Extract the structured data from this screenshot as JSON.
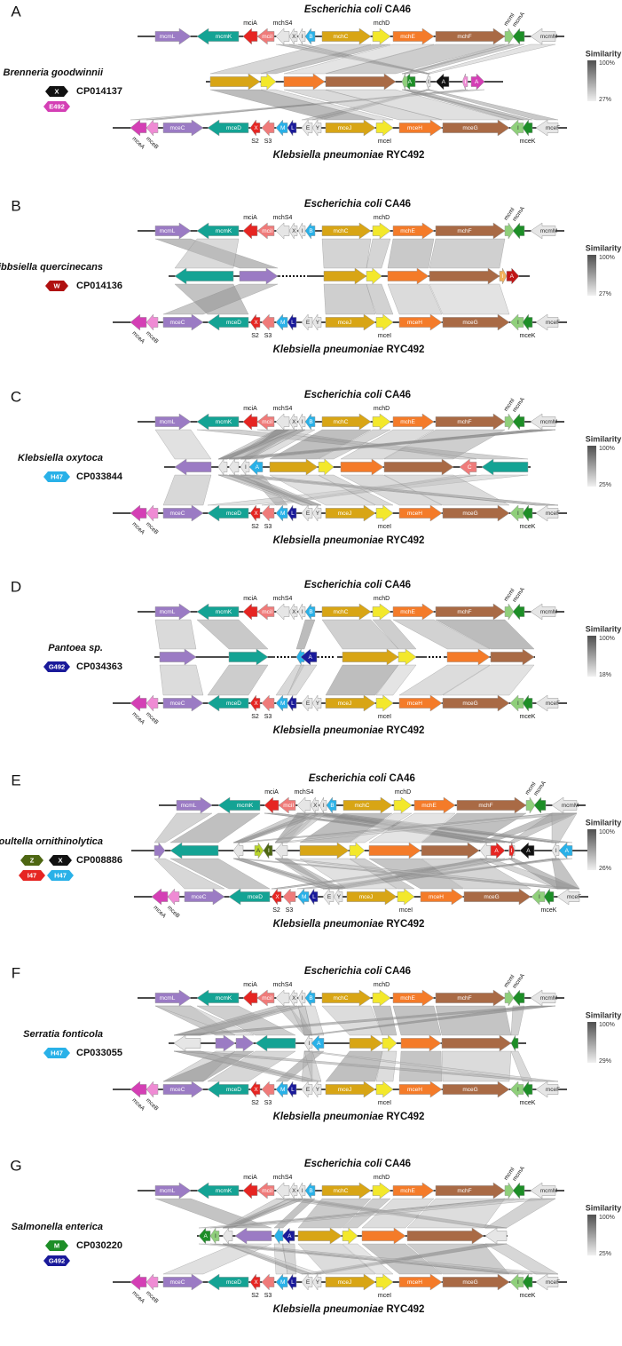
{
  "colors": {
    "mcmL": "#9b7bc4",
    "mcmK": "#14a394",
    "mciA": "#e62522",
    "mciI": "#ef7b7a",
    "grey": "#e6e6e6",
    "chC": "#d8a515",
    "chD": "#f3e82b",
    "chE": "#f47b29",
    "chF": "#a96a45",
    "mcmI": "#8fcf7b",
    "mcmA": "#1d8e27",
    "blueLight": "#29b1e8",
    "blueDark": "#1a1a9a",
    "magenta": "#d43fb5",
    "pink": "#ef8bd4",
    "black": "#111111",
    "darkred": "#c01616",
    "olive": "#4d6612",
    "lime": "#b8d42a"
  },
  "ecoli": {
    "genus": "Escherichia coli",
    "strain": "CA46"
  },
  "klebsiella": {
    "genus": "Klebsiella pneumoniae",
    "strain": "RYC492"
  },
  "ecoli_labels": {
    "mcmL": "mcmL",
    "mcmK": "mcmK",
    "mciA": "mciA",
    "mciI": "mciI",
    "mchS4": "mchS4",
    "X": "X",
    "I": "I",
    "B": "B",
    "mchC": "mchC",
    "mchD": "mchD",
    "mchE": "mchE",
    "mchF": "mchF",
    "mcmI": "mcmI",
    "mcmA": "mcmA",
    "mcmM": "mcmM"
  },
  "kleb_labels": {
    "mceA": "mceA",
    "mceB": "mceB",
    "mceC": "mceC",
    "mceD": "mceD",
    "X": "X",
    "S2": "S2",
    "S3": "S3",
    "M": "M",
    "L": "L",
    "E": "E",
    "Y": "Y",
    "mceJ": "mceJ",
    "mceI": "mceI",
    "mceH": "mceH",
    "mceG": "mceG",
    "I": "I",
    "mceK": "mceK",
    "mceF": "mceF"
  },
  "similarity": {
    "title": "Similarity",
    "max": "100%"
  },
  "panels": [
    {
      "letter": "A",
      "organism": "Brenneria goodwinnii",
      "accession": "CP014137",
      "min": "27%",
      "badges": [
        {
          "text": "X",
          "color": "#111111",
          "tc": "#ffffff"
        },
        {
          "text": "E492",
          "color": "#d43fb5",
          "tc": "#ffffff"
        }
      ],
      "mid_labels": [
        "A",
        "I",
        "A",
        "I",
        "A"
      ]
    },
    {
      "letter": "B",
      "organism": "Gibbsiella quercinecans",
      "accession": "CP014136",
      "min": "27%",
      "badges": [
        {
          "text": "W",
          "color": "#b01010",
          "tc": "#ffffff"
        }
      ],
      "mid_labels": [
        "I",
        "A"
      ]
    },
    {
      "letter": "C",
      "organism": "Klebsiella oxytoca",
      "accession": "CP033844",
      "min": "25%",
      "badges": [
        {
          "text": "H47",
          "color": "#29b1e8",
          "tc": "#ffffff"
        }
      ],
      "mid_labels": [
        "I",
        "A",
        "C"
      ]
    },
    {
      "letter": "D",
      "organism": "Pantoea sp.",
      "accession": "CP034363",
      "min": "18%",
      "badges": [
        {
          "text": "G492",
          "color": "#1a1a9a",
          "tc": "#ffffff"
        }
      ],
      "mid_labels": [
        "A"
      ]
    },
    {
      "letter": "E",
      "organism": "Raoultella ornithinolytica",
      "accession": "CP008886",
      "min": "26%",
      "badges": [
        {
          "text": "Z",
          "color": "#4d6612",
          "tc": "#ffffff"
        },
        {
          "text": "X",
          "color": "#111111",
          "tc": "#ffffff"
        },
        {
          "text": "I47",
          "color": "#e62522",
          "tc": "#ffffff"
        },
        {
          "text": "H47",
          "color": "#29b1e8",
          "tc": "#ffffff"
        }
      ],
      "mid_labels": [
        "A",
        "I",
        "A",
        "I",
        "A",
        "I",
        "A"
      ]
    },
    {
      "letter": "F",
      "organism": "Serratia fonticola",
      "accession": "CP033055",
      "min": "29%",
      "badges": [
        {
          "text": "H47",
          "color": "#29b1e8",
          "tc": "#ffffff"
        }
      ],
      "mid_labels": [
        "I",
        "A"
      ]
    },
    {
      "letter": "G",
      "organism": "Salmonella enterica",
      "accession": "CP030220",
      "min": "25%",
      "badges": [
        {
          "text": "M",
          "color": "#1d8e27",
          "tc": "#ffffff"
        },
        {
          "text": "G492",
          "color": "#1a1a9a",
          "tc": "#ffffff"
        }
      ],
      "mid_labels": [
        "A",
        "I",
        "A"
      ]
    }
  ]
}
